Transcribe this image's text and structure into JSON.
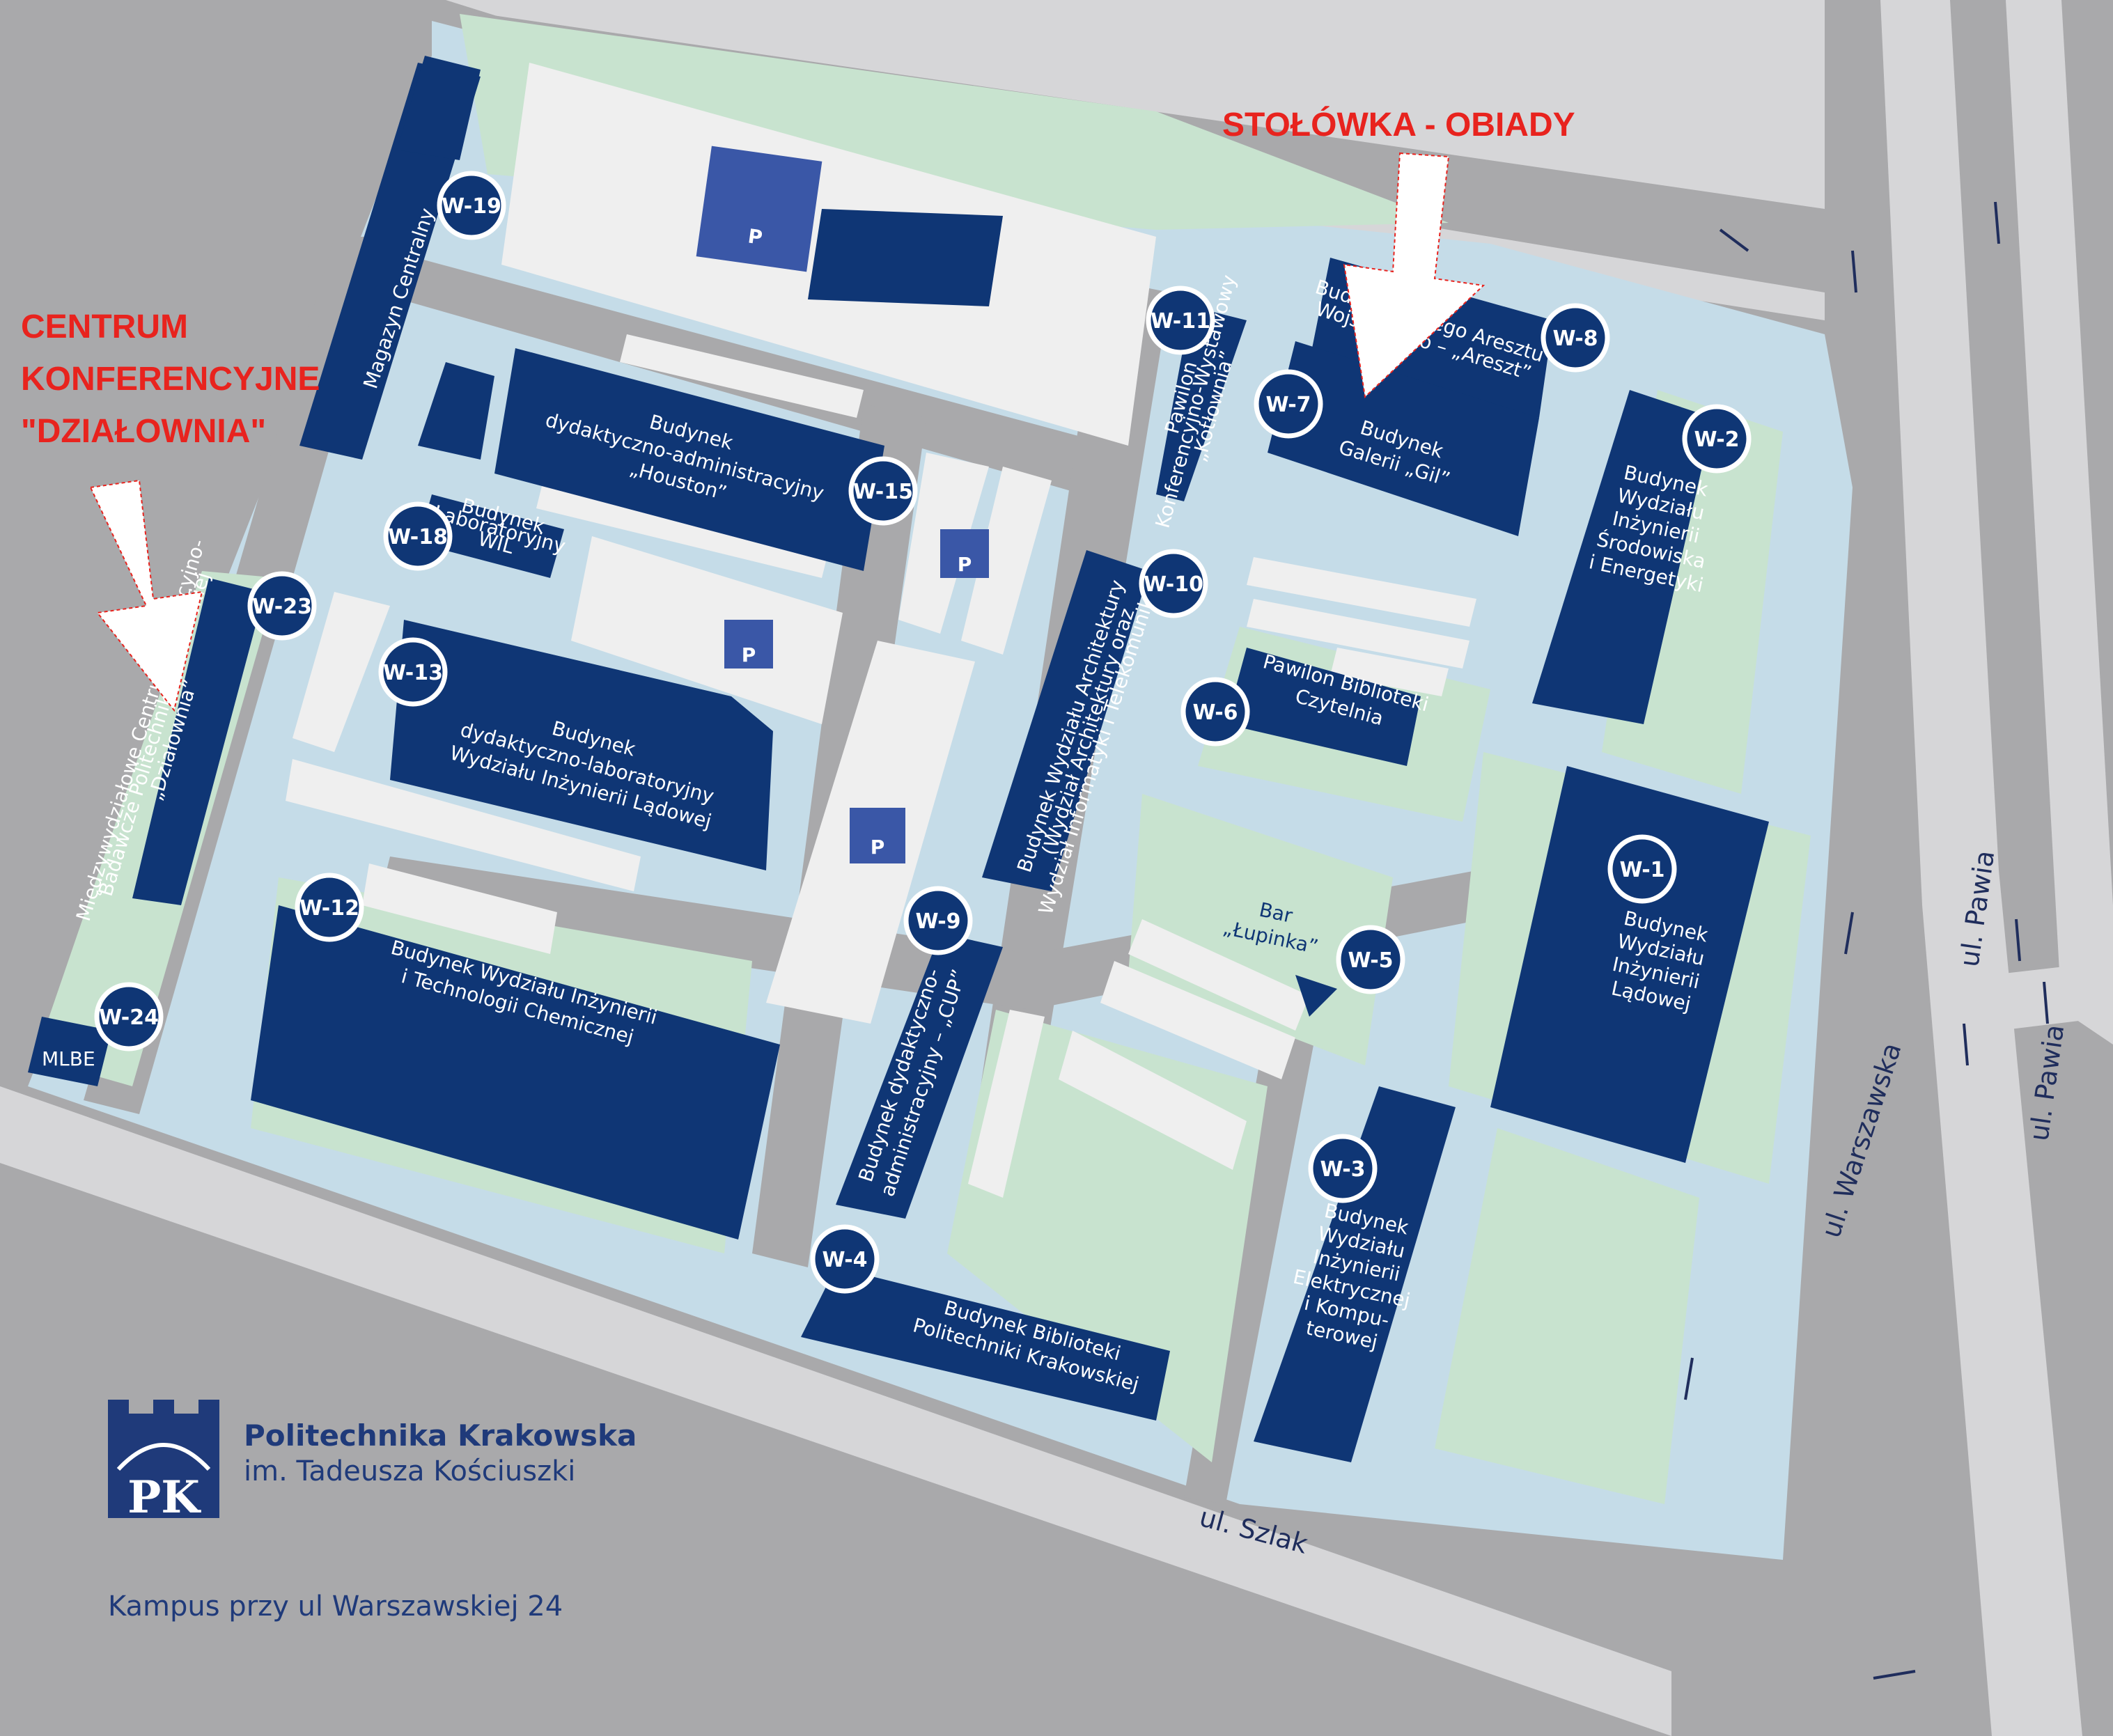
{
  "colors": {
    "road": "#a9a9ab",
    "road_light": "#d6d6d8",
    "grass": "#c8e3cf",
    "plaza": "#c5dce8",
    "building": "#0f3675",
    "parking": "#efefef",
    "annotation": "#e8231e",
    "badge_ring": "#ffffff"
  },
  "badges": [
    "W-19",
    "W-11",
    "W-8",
    "W-7",
    "W-2",
    "W-15",
    "W-18",
    "W-23",
    "W-13",
    "W-10",
    "W-6",
    "W-12",
    "W-1",
    "W-9",
    "W-5",
    "W-24",
    "W-3",
    "W-4"
  ],
  "buildings": {
    "magazyn": "Magazyn Centralny",
    "houston_1": "Budynek",
    "houston_2": "dydaktyczno-administracyjny",
    "houston_3": "„Houston”",
    "lab_wil_1": "Budynek",
    "lab_wil_2": "Laboratoryjny",
    "lab_wil_3": "WIL",
    "dlab_1": "Budynek",
    "dlab_2": "dydaktyczno-laboratoryjny",
    "dlab_3": "Wydziału Inżynierii Lądowej",
    "dzialownia_1": "Międzywydziałowe Centrum Edukacyjno-",
    "dzialownia_2": "Badawcze Politechniki Krakowskiej",
    "dzialownia_3": "„Działownia”",
    "mlbe": "MLBE",
    "wiitch_1": "Budynek Wydziału Inżynierii",
    "wiitch_2": "i Technologii Chemicznej",
    "kotlownia_1": "Pawilon",
    "kotlownia_2": "Konferencyjno-Wystawowy",
    "kotlownia_3": "„Kotłownia”",
    "areszt_1": "Budynek Byłego Aresztu",
    "areszt_2": "Wojskowego – „Areszt”",
    "gil_1": "Budynek",
    "gil_2": "Galerii „Gil”",
    "wis_1": "Budynek",
    "wis_2": "Wydziału",
    "wis_3": "Inżynierii",
    "wis_4": "Środowiska",
    "wis_5": "i Energetyki",
    "arch_1": "Budynek Wydziału Architektury",
    "arch_2": "(Wydział Architektury oraz",
    "arch_3": "Wydział Informatyki i Telekomunikacji)",
    "bib_paw_1": "Pawilon Biblioteki",
    "bib_paw_2": "Czytelnia",
    "bar_1": "Bar",
    "bar_2": "„Łupinka”",
    "cup_1": "Budynek dydaktyczno-",
    "cup_2": "administracyjny – „CUP”",
    "wil_1": "Budynek",
    "wil_2": "Wydziału",
    "wil_3": "Inżynierii",
    "wil_4": "Lądowej",
    "wiek_1": "Budynek",
    "wiek_2": "Wydziału",
    "wiek_3": "Inżynierii",
    "wiek_4": "Elektrycznej",
    "wiek_5": "i Kompu-",
    "wiek_6": "terowej",
    "bib_1": "Budynek Biblioteki",
    "bib_2": "Politechniki Krakowskiej"
  },
  "parking_letter": "P",
  "streets": {
    "szlak": "ul. Szlak",
    "warszawska": "ul. Warszawska",
    "pawia_1": "ul. Pawia",
    "pawia_2": "ul. Pawia"
  },
  "annotations": {
    "stolowka": "STOŁÓWKA - OBIADY",
    "centrum_1": "CENTRUM",
    "centrum_2": "KONFERENCYJNE",
    "centrum_3": "\"DZIAŁOWNIA\""
  },
  "brand": {
    "name": "Politechnika Krakowska",
    "subtitle": "im. Tadeusza Kościuszki",
    "logo_letters": "PK",
    "campus": "Kampus przy ul Warszawskiej 24"
  }
}
